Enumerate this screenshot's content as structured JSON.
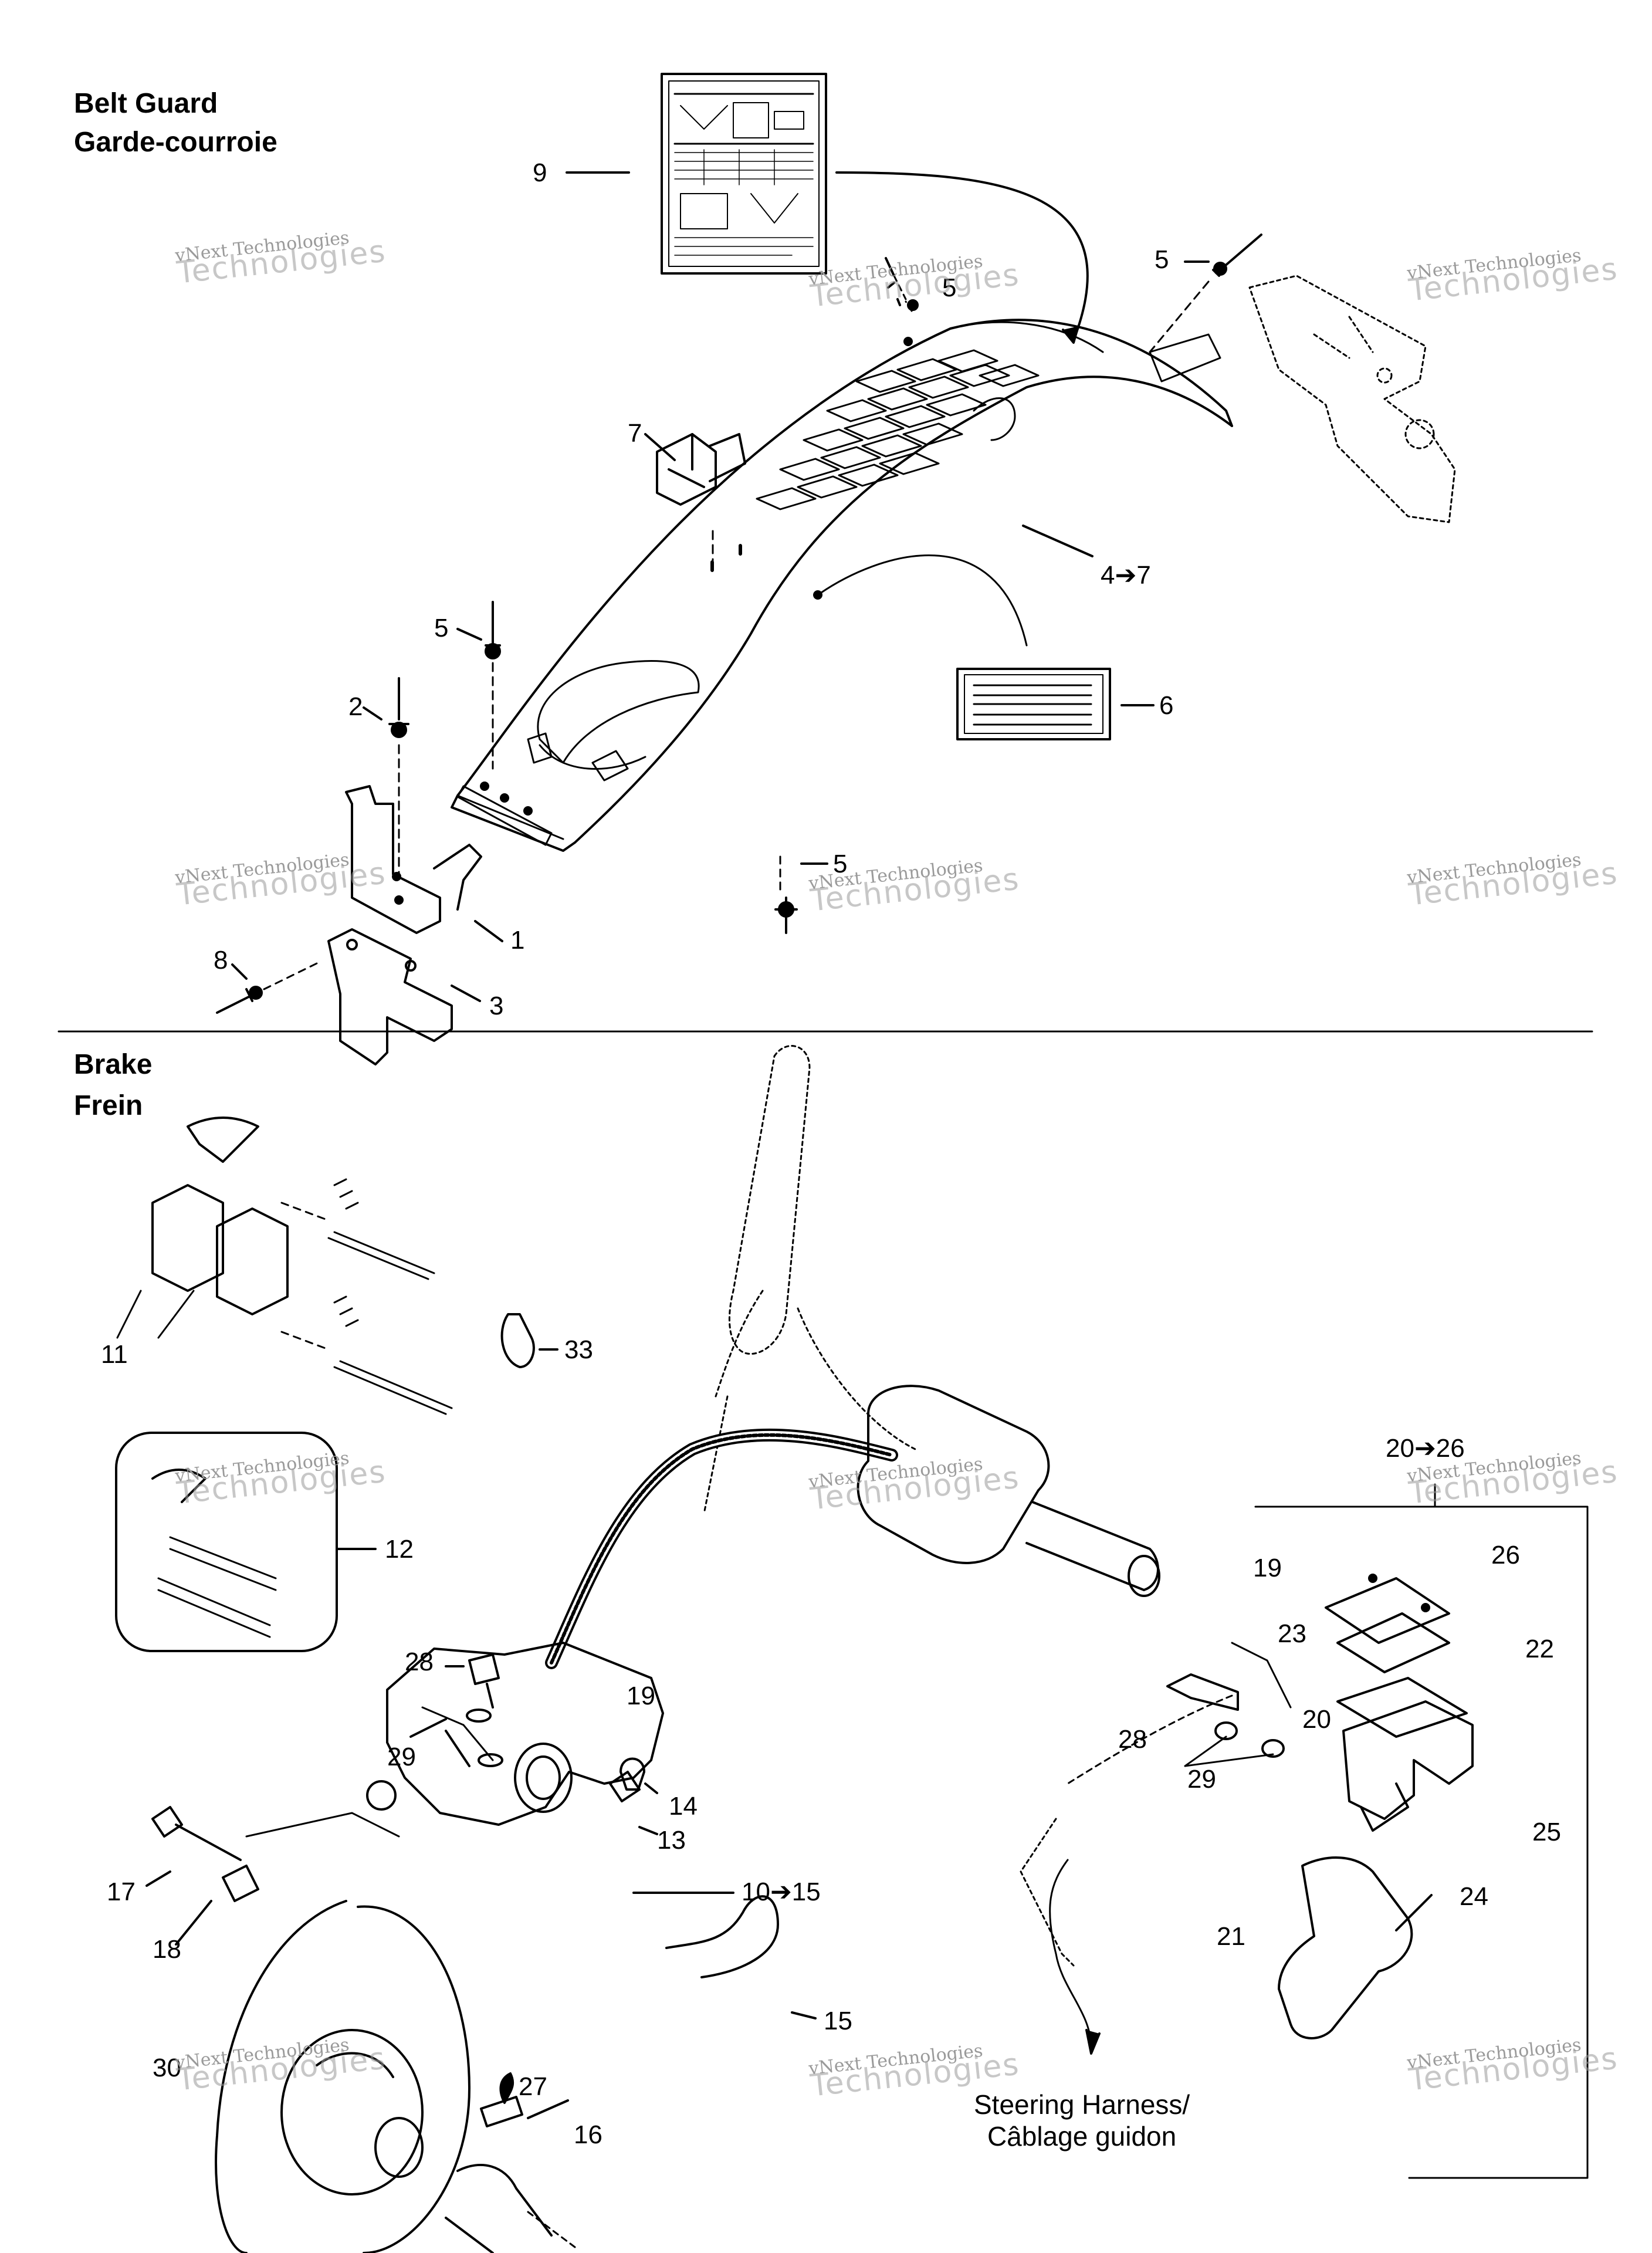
{
  "sections": {
    "belt_guard": {
      "title_en": "Belt Guard",
      "title_fr": "Garde-courroie"
    },
    "brake": {
      "title_en": "Brake",
      "title_fr": "Frein"
    }
  },
  "callouts": {
    "c1": "1",
    "c2": "2",
    "c3": "3",
    "c4_7": "4➔7",
    "c5a": "5",
    "c5b": "5",
    "c5c": "5",
    "c5d": "5",
    "c6": "6",
    "c7": "7",
    "c8": "8",
    "c9": "9",
    "c10_15": "10➔15",
    "c11": "11",
    "c12": "12",
    "c13": "13",
    "c14": "14",
    "c15": "15",
    "c16": "16",
    "c17": "17",
    "c18": "18",
    "c19a": "19",
    "c19b": "19",
    "c20": "20",
    "c20_26": "20➔26",
    "c21": "21",
    "c22": "22",
    "c23": "23",
    "c24": "24",
    "c25": "25",
    "c26": "26",
    "c27": "27",
    "c28a": "28",
    "c28b": "28",
    "c29a": "29",
    "c29b": "29",
    "c30": "30",
    "c33": "33"
  },
  "harness_label": {
    "line1": "Steering Harness/",
    "line2": "Câblage guidon"
  },
  "watermark": {
    "line1": "vNext Technologies",
    "line2": "Technologies"
  },
  "footer_code": "",
  "colors": {
    "line": "#000000",
    "watermark": "#9a9a9a",
    "background": "#ffffff"
  }
}
